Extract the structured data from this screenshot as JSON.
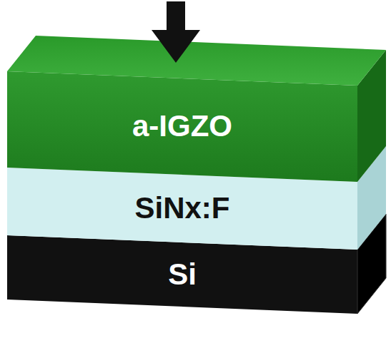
{
  "diagram": {
    "nodes": [
      {
        "text": [
          "a-IGZO"
        ]
      },
      {
        "text": [
          "SiNx:F"
        ]
      },
      {
        "text": [
          "Si"
        ]
      }
    ]
  }
}
